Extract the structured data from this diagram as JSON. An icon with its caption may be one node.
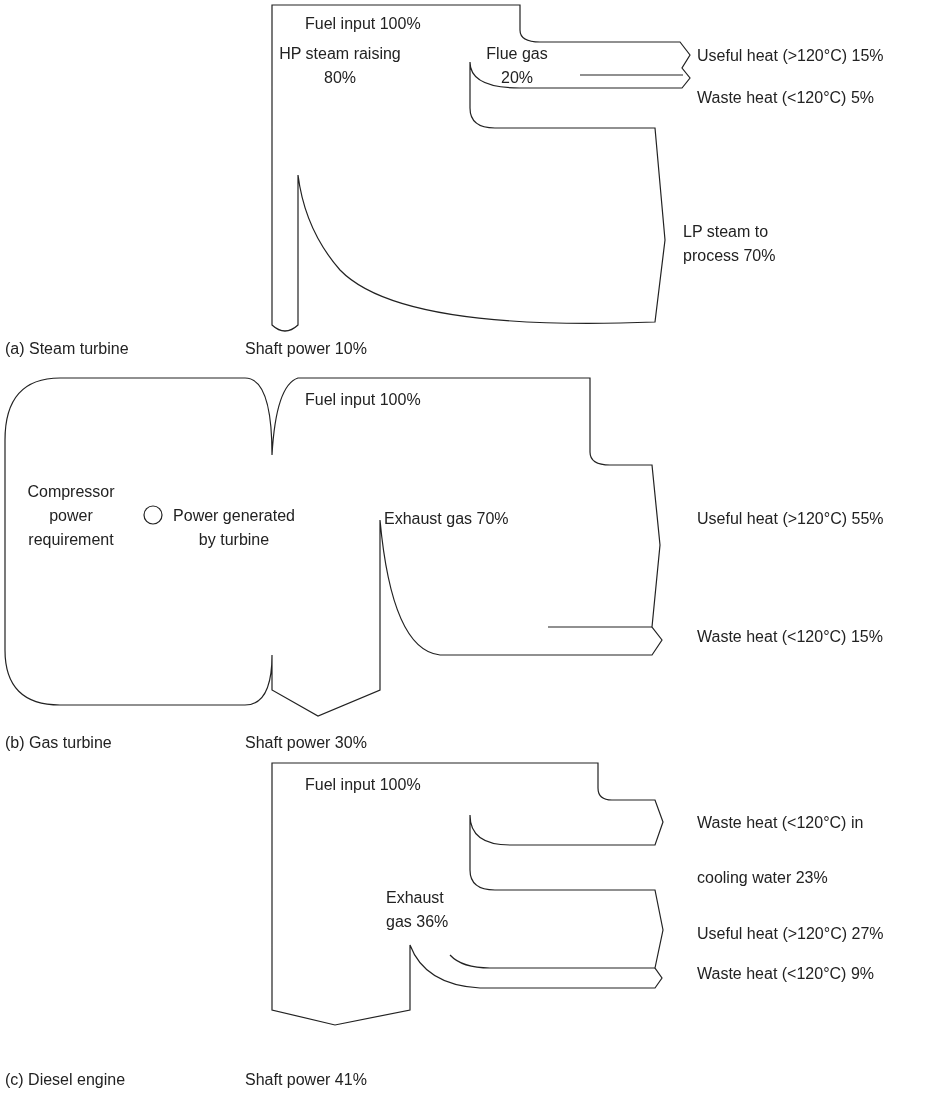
{
  "diagram": {
    "labels": [
      "Fuel input 100%",
      "HP steam raising 80%",
      "Flue gas 20%",
      "Useful heat (>120°C) 15%",
      "Waste heat (<120°C) 5%",
      "LP steam to process 70%",
      "(a) Steam turbine",
      "Shaft power 10%",
      "Fuel input 100%",
      "Compressor power requirement",
      "Power generated by turbine",
      "Exhaust gas 70%",
      "Useful heat (>120°C) 55%",
      "Waste heat (<120°C) 15%",
      "(b) Gas turbine",
      "Shaft power 30%",
      "Fuel input 100%",
      "Waste heat (<120°C) in cooling water 23%",
      "Exhaust gas 36%",
      "Useful heat (>120°C) 27%",
      "Waste heat (<120°C) 9%",
      "(c) Diesel engine",
      "Shaft power 41%"
    ]
  }
}
